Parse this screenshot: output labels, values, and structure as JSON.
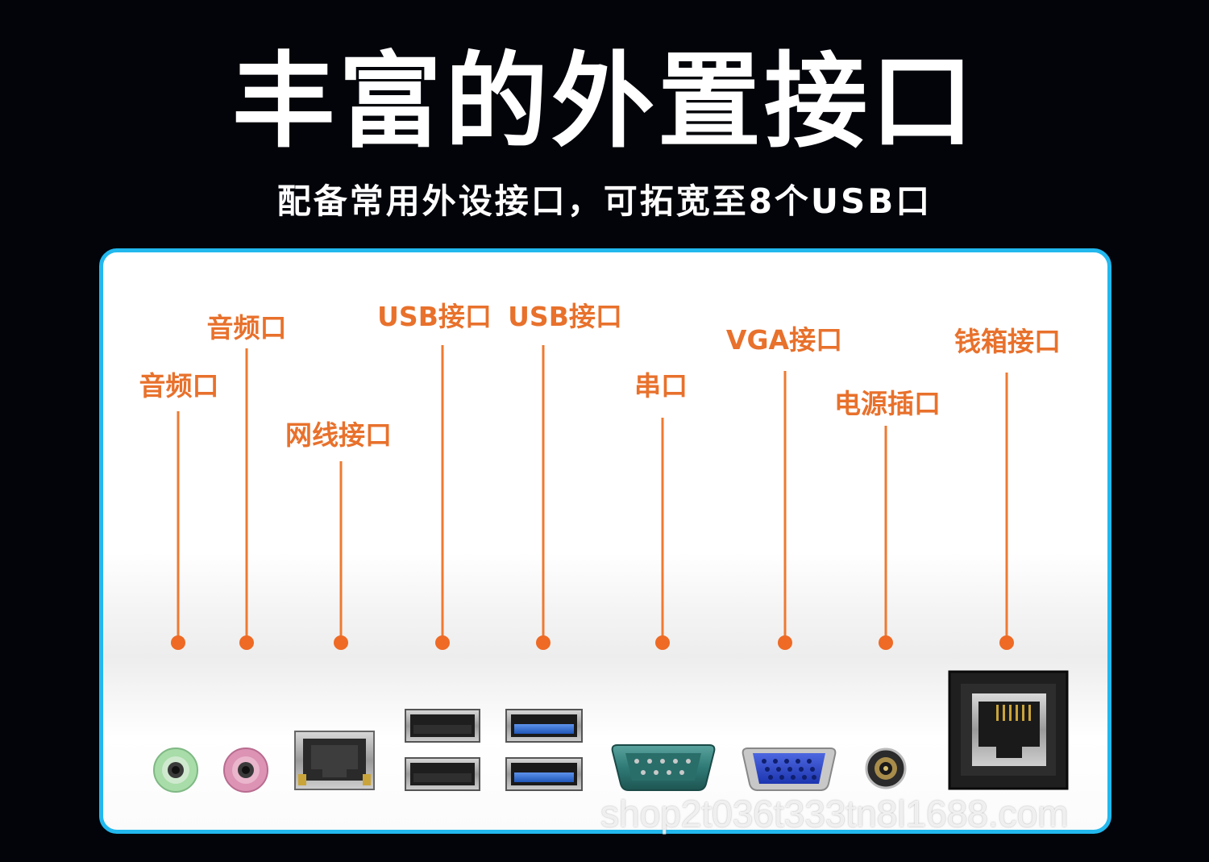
{
  "title": "丰富的外置接口",
  "subtitle": "配备常用外设接口，可拓宽至8个USB口",
  "labels": {
    "audio_1": "音频口",
    "audio_2": "音频口",
    "network": "网线接口",
    "usb_1": "USB接口",
    "usb_2": "USB接口",
    "serial": "串口",
    "vga": "VGA接口",
    "power": "电源插口",
    "cash_drawer": "钱箱接口"
  },
  "watermark": "shop2t036t333tn8l1688.com",
  "colors": {
    "background": "#02040a",
    "panel_border": "#22b8ee",
    "label_orange": "#e8712c",
    "usb3_blue": "#2e6fd6",
    "vga_blue": "#2845c8",
    "serial_teal": "#2f7a76",
    "audio_green": "#9fd6a0",
    "audio_pink": "#d98fb0"
  },
  "icons": [
    "audio-jack-green-icon",
    "audio-jack-pink-icon",
    "ethernet-port-icon",
    "usb2-port-icon",
    "usb3-port-icon",
    "serial-db9-port-icon",
    "vga-port-icon",
    "dc-power-jack-icon",
    "rj11-cash-drawer-port-icon"
  ]
}
